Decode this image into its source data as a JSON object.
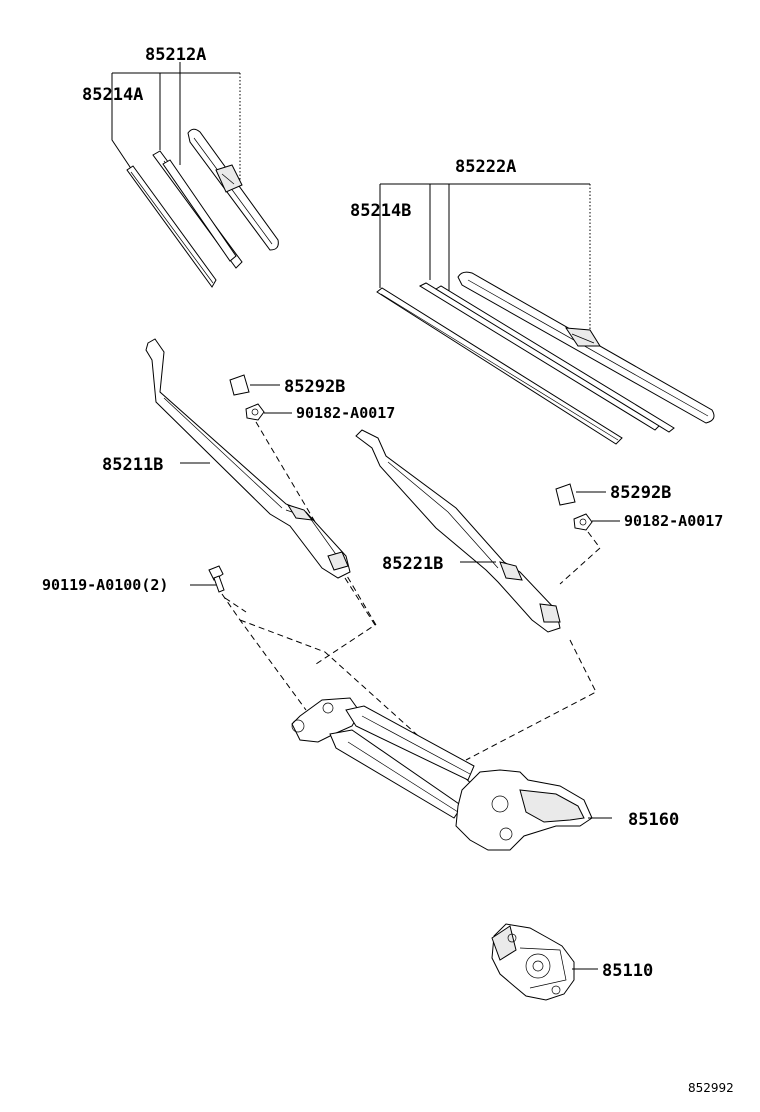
{
  "callouts": {
    "blade_assy_front_left": "85212A",
    "rubber_left": "85214A",
    "blade_assy_front_right": "85222A",
    "rubber_right": "85214B",
    "cap_upper": "85292B",
    "nut_upper": "90182-A0017",
    "arm_left": "85211B",
    "cap_lower": "85292B",
    "nut_lower": "90182-A0017",
    "arm_right": "85221B",
    "bolt": "90119-A0100(2)",
    "link_assy": "85160",
    "motor_assy": "85110"
  },
  "diagram_id": "852992"
}
